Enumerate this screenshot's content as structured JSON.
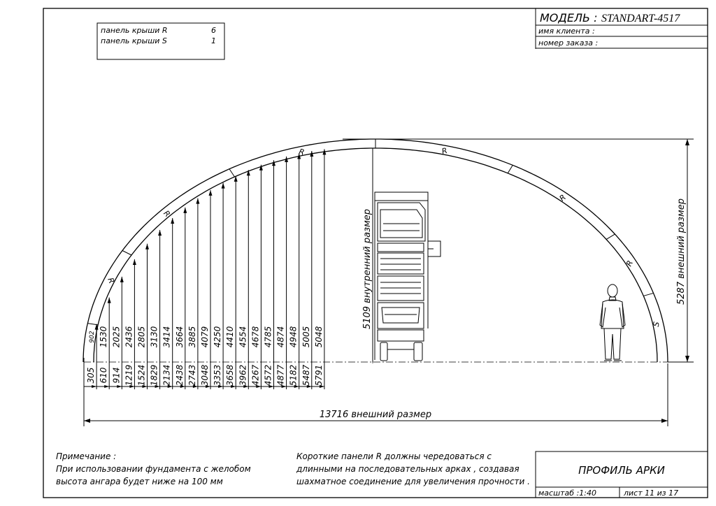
{
  "title_block": {
    "model_label": "МОДЕЛЬ :",
    "model_name": "STANDART-4517",
    "client_label": "имя клиента :",
    "order_label": "номер заказа :",
    "drawing_title": "ПРОФИЛЬ АРКИ",
    "scale": "масштаб :1:40",
    "sheet": "лист  11  из  17"
  },
  "panels": [
    {
      "label": "панель крыши  R",
      "count": "6"
    },
    {
      "label": "панель крыши  S",
      "count": "1"
    }
  ],
  "note": {
    "heading": "Примечание :",
    "line1": "При использовании фундамента с желобом",
    "line2": "высота ангара будет ниже на  100  мм"
  },
  "remark": {
    "line1": "Короткие панели  R  должны чередоваться с",
    "line2": "длинными на последовательных арках , создавая",
    "line3": "шахматное соединение для увеличения прочности ."
  },
  "dimensions": {
    "outer_width": "13716  внешний размер",
    "outer_height": "5287  внешний размер",
    "inner_height": "5109  внутренний размер",
    "horizontal": [
      "305",
      "610",
      "914",
      "1219",
      "1524",
      "1829",
      "2134",
      "2438",
      "2743",
      "3048",
      "3353",
      "3658",
      "3962",
      "4267",
      "4572",
      "4877",
      "5182",
      "5487",
      "5791"
    ],
    "vertical": [
      "902",
      "1530",
      "2025",
      "2436",
      "2805",
      "3130",
      "3414",
      "3664",
      "3885",
      "4079",
      "4250",
      "4410",
      "4554",
      "4678",
      "4785",
      "4874",
      "4948",
      "5005",
      "5048"
    ]
  },
  "segment_labels": [
    "R",
    "R",
    "R",
    "R",
    "R",
    "R",
    "S"
  ]
}
